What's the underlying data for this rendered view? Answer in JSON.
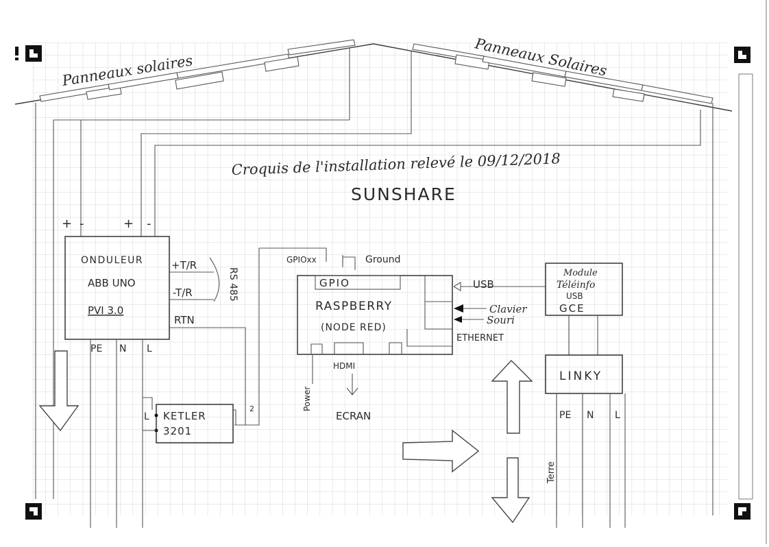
{
  "title": {
    "line1": "Croquis de l'installation relevé le 09/12/2018",
    "line2": "SUNSHARE"
  },
  "roof": {
    "left_label": "Panneaux solaires",
    "right_label": "Panneaux Solaires"
  },
  "inverter": {
    "lines": [
      "ONDULEUR",
      "ABB UNO",
      "PVI 3.0"
    ],
    "dc_inputs": [
      "+",
      "-",
      "+",
      "-"
    ],
    "rs485_ports": [
      "+T/R",
      "-T/R",
      "RTN"
    ],
    "rs485_label": "RS 485",
    "ac_outputs": [
      "PE",
      "N",
      "L"
    ]
  },
  "raspberry": {
    "gpio_left": "GPIOxx",
    "gpio_right": "Ground",
    "gpio_header": "GPIO",
    "name": "RASPBERRY",
    "subtitle": "(NODE RED)",
    "port_usb": "USB",
    "port_clavier": "Clavier",
    "port_souri": "Souri",
    "port_ethernet": "ETHERNET",
    "power": "Power",
    "hdmi": "HDMI",
    "screen": "ECRAN"
  },
  "teleinfo": {
    "lines": [
      "Module",
      "Téléinfo",
      "USB",
      "GCE"
    ]
  },
  "linky": {
    "name": "LINKY",
    "outputs": [
      "PE",
      "N",
      "L"
    ],
    "earth": "Terre"
  },
  "ketler": {
    "lines": [
      "KETLER",
      "3201"
    ],
    "port_left": "L",
    "port_right": "2"
  }
}
